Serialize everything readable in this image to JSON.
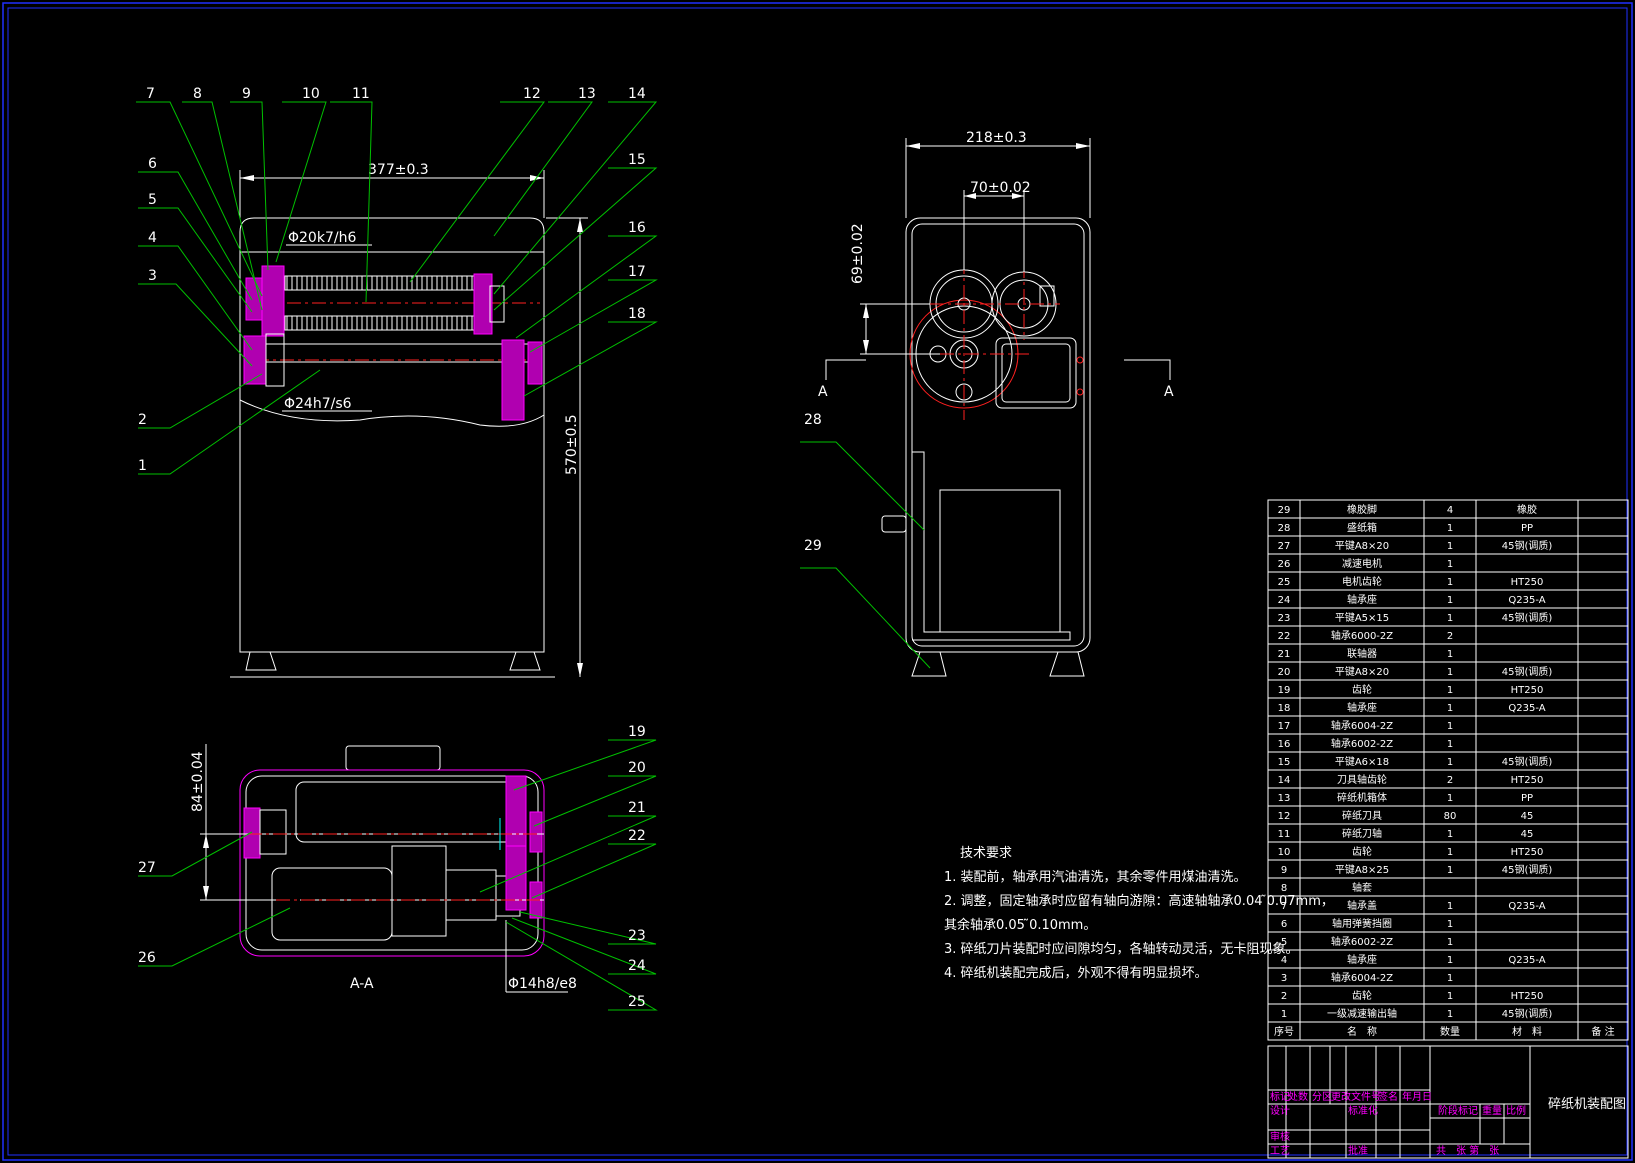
{
  "balloons": {
    "top": [
      {
        "n": "7"
      },
      {
        "n": "8"
      },
      {
        "n": "9"
      },
      {
        "n": "10"
      },
      {
        "n": "11"
      },
      {
        "n": "12"
      },
      {
        "n": "13"
      },
      {
        "n": "14"
      }
    ],
    "left": [
      {
        "n": "6"
      },
      {
        "n": "5"
      },
      {
        "n": "4"
      },
      {
        "n": "3"
      },
      {
        "n": "2"
      },
      {
        "n": "1"
      }
    ],
    "right": [
      {
        "n": "15"
      },
      {
        "n": "16"
      },
      {
        "n": "17"
      },
      {
        "n": "18"
      }
    ],
    "section_right": [
      {
        "n": "19"
      },
      {
        "n": "20"
      },
      {
        "n": "21"
      },
      {
        "n": "22"
      },
      {
        "n": "23"
      },
      {
        "n": "24"
      },
      {
        "n": "25"
      }
    ],
    "section_left": [
      {
        "n": "27"
      },
      {
        "n": "26"
      }
    ],
    "side": [
      {
        "n": "28"
      },
      {
        "n": "29"
      }
    ]
  },
  "dimensions": {
    "front_width": "377±0.3",
    "front_height": "570±0.5",
    "fit_upper": "Φ20k7/h6",
    "fit_lower": "Φ24h7/s6",
    "side_width": "218±0.3",
    "gear_center": "70±0.02",
    "side_vertical": "69±0.02",
    "section_vertical": "84±0.04",
    "section_fit": "Φ14h8/e8"
  },
  "section": {
    "marker_left": "A",
    "marker_right": "A",
    "caption": "A-A"
  },
  "notes": {
    "title": "技术要求",
    "lines": [
      "1. 装配前，轴承用汽油清洗，其余零件用煤油清洗。",
      "2. 调整，固定轴承时应留有轴向游隙：高速轴轴承0.04 ̃0.07mm，",
      "   其余轴承0.05 ̃0.10mm。",
      "3. 碎纸刀片装配时应间隙均匀，各轴转动灵活，无卡阻现象。",
      "4. 碎纸机装配完成后，外观不得有明显损坏。"
    ]
  },
  "bom": {
    "header": {
      "no": "序号",
      "name": "名　称",
      "qty": "数量",
      "material": "材　料",
      "note": "备 注"
    },
    "rows": [
      {
        "no": "29",
        "name": "橡胶脚",
        "qty": "4",
        "material": "橡胶"
      },
      {
        "no": "28",
        "name": "盛纸箱",
        "qty": "1",
        "material": "PP"
      },
      {
        "no": "27",
        "name": "平键A8×20",
        "qty": "1",
        "material": "45钢(调质)"
      },
      {
        "no": "26",
        "name": "减速电机",
        "qty": "1",
        "material": ""
      },
      {
        "no": "25",
        "name": "电机齿轮",
        "qty": "1",
        "material": "HT250"
      },
      {
        "no": "24",
        "name": "轴承座",
        "qty": "1",
        "material": "Q235-A"
      },
      {
        "no": "23",
        "name": "平键A5×15",
        "qty": "1",
        "material": "45钢(调质)"
      },
      {
        "no": "22",
        "name": "轴承6000-2Z",
        "qty": "2",
        "material": ""
      },
      {
        "no": "21",
        "name": "联轴器",
        "qty": "1",
        "material": ""
      },
      {
        "no": "20",
        "name": "平键A8×20",
        "qty": "1",
        "material": "45钢(调质)"
      },
      {
        "no": "19",
        "name": "齿轮",
        "qty": "1",
        "material": "HT250"
      },
      {
        "no": "18",
        "name": "轴承座",
        "qty": "1",
        "material": "Q235-A"
      },
      {
        "no": "17",
        "name": "轴承6004-2Z",
        "qty": "1",
        "material": ""
      },
      {
        "no": "16",
        "name": "轴承6002-2Z",
        "qty": "1",
        "material": ""
      },
      {
        "no": "15",
        "name": "平键A6×18",
        "qty": "1",
        "material": "45钢(调质)"
      },
      {
        "no": "14",
        "name": "刀具轴齿轮",
        "qty": "2",
        "material": "HT250"
      },
      {
        "no": "13",
        "name": "碎纸机箱体",
        "qty": "1",
        "material": "PP"
      },
      {
        "no": "12",
        "name": "碎纸刀具",
        "qty": "80",
        "material": "45"
      },
      {
        "no": "11",
        "name": "碎纸刀轴",
        "qty": "1",
        "material": "45"
      },
      {
        "no": "10",
        "name": "齿轮",
        "qty": "1",
        "material": "HT250"
      },
      {
        "no": "9",
        "name": "平键A8×25",
        "qty": "1",
        "material": "45钢(调质)"
      },
      {
        "no": "8",
        "name": "轴套",
        "qty": "",
        "material": ""
      },
      {
        "no": "7",
        "name": "轴承盖",
        "qty": "1",
        "material": "Q235-A"
      },
      {
        "no": "6",
        "name": "轴用弹簧挡圈",
        "qty": "1",
        "material": ""
      },
      {
        "no": "5",
        "name": "轴承6002-2Z",
        "qty": "1",
        "material": ""
      },
      {
        "no": "4",
        "name": "轴承座",
        "qty": "1",
        "material": "Q235-A"
      },
      {
        "no": "3",
        "name": "轴承6004-2Z",
        "qty": "1",
        "material": ""
      },
      {
        "no": "2",
        "name": "齿轮",
        "qty": "1",
        "material": "HT250"
      },
      {
        "no": "1",
        "name": "一级减速输出轴",
        "qty": "1",
        "material": "45钢(调质)"
      }
    ]
  },
  "title_block": {
    "drawing_title": "碎纸机装配图",
    "labels": [
      "标记",
      "处数",
      "分区",
      "更改文件号",
      "签名",
      "年月日"
    ],
    "design": "设计",
    "standard": "标准化",
    "check": "审核",
    "process": "工艺",
    "approve": "批准",
    "stage": "阶段标记",
    "weight": "重量",
    "scale": "比例",
    "sheets": "共　张 第　张"
  }
}
